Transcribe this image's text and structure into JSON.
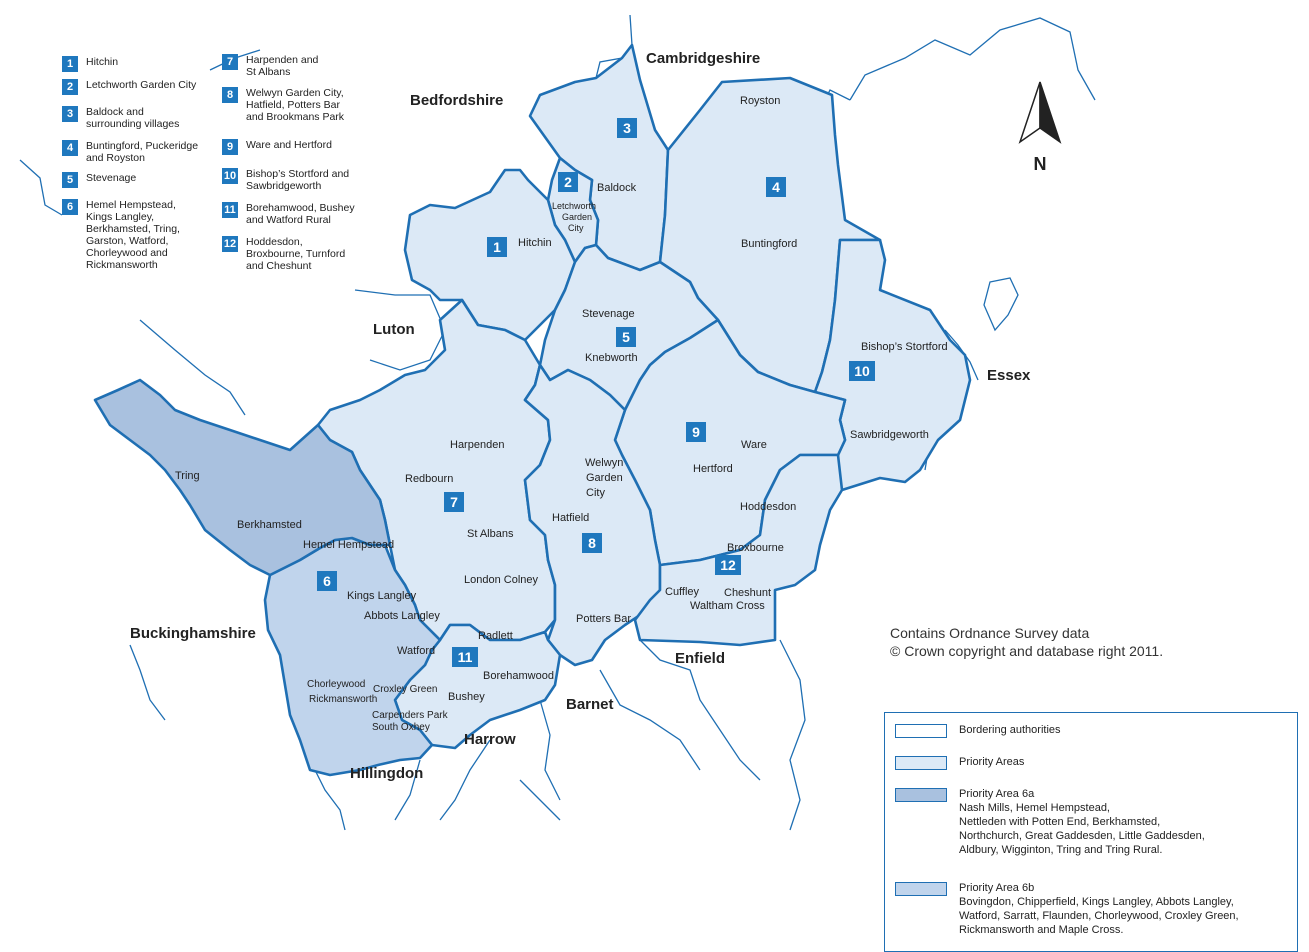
{
  "legend_list": {
    "items": [
      {
        "num": "1",
        "text": "Hitchin"
      },
      {
        "num": "2",
        "text": "Letchworth Garden City"
      },
      {
        "num": "3",
        "text": "Baldock and\nsurrounding villages"
      },
      {
        "num": "4",
        "text": "Buntingford, Puckeridge\nand Royston"
      },
      {
        "num": "5",
        "text": "Stevenage"
      },
      {
        "num": "6",
        "text": "Hemel Hempstead,\nKings Langley,\nBerkhamsted, Tring,\nGarston, Watford,\nChorleywood and\nRickmansworth"
      },
      {
        "num": "7",
        "text": "Harpenden and\nSt Albans"
      },
      {
        "num": "8",
        "text": "Welwyn Garden City,\nHatfield, Potters Bar\nand Brookmans Park"
      },
      {
        "num": "9",
        "text": "Ware and Hertford"
      },
      {
        "num": "10",
        "text": "Bishop’s Stortford and\nSawbridgeworth"
      },
      {
        "num": "11",
        "text": "Borehamwood, Bushey\nand Watford Rural"
      },
      {
        "num": "12",
        "text": "Hoddesdon,\nBroxbourne, Turnford\nand Cheshunt"
      }
    ]
  },
  "north_label": "N",
  "counties": {
    "cambridgeshire": "Cambridgeshire",
    "bedfordshire": "Bedfordshire",
    "luton": "Luton",
    "essex": "Essex",
    "buckinghamshire": "Buckinghamshire",
    "enfield": "Enfield",
    "barnet": "Barnet",
    "harrow": "Harrow",
    "hillingdon": "Hillingdon"
  },
  "places": {
    "royston": "Royston",
    "baldock": "Baldock",
    "letchworth_1": "Letchworth",
    "letchworth_2": "Garden",
    "letchworth_3": "City",
    "hitchin": "Hitchin",
    "buntingford": "Buntingford",
    "stevenage": "Stevenage",
    "knebworth": "Knebworth",
    "bishops_stortford": "Bishop’s Stortford",
    "sawbridgeworth": "Sawbridgeworth",
    "harpenden": "Harpenden",
    "redbourn": "Redbourn",
    "st_albans": "St Albans",
    "london_colney": "London Colney",
    "welwyn_1": "Welwyn",
    "welwyn_2": "Garden",
    "welwyn_3": "City",
    "hatfield": "Hatfield",
    "potters_bar": "Potters Bar",
    "ware": "Ware",
    "hertford": "Hertford",
    "hoddesdon": "Hoddesdon",
    "broxbourne": "Broxbourne",
    "cuffley": "Cuffley",
    "cheshunt": "Cheshunt",
    "waltham_cross": "Waltham Cross",
    "tring": "Tring",
    "berkhamsted": "Berkhamsted",
    "hemel_hempstead": "Hemel Hempstead",
    "kings_langley": "Kings Langley",
    "abbots_langley": "Abbots Langley",
    "watford": "Watford",
    "radlett": "Radlett",
    "borehamwood": "Borehamwood",
    "bushey": "Bushey",
    "chorleywood": "Chorleywood",
    "croxley_green": "Croxley Green",
    "rickmansworth": "Rickmansworth",
    "carpenders_park": "Carpenders Park",
    "south_oxhey": "South Oxhey"
  },
  "area_badges": [
    "1",
    "2",
    "3",
    "4",
    "5",
    "6",
    "7",
    "8",
    "9",
    "10",
    "11",
    "12"
  ],
  "copyright": "Contains Ordnance Survey data\n© Crown copyright and database right 2011.",
  "key": {
    "bordering": {
      "label": "Bordering authorities",
      "color": "#ffffff"
    },
    "priority": {
      "label": "Priority Areas",
      "color": "#dce9f6"
    },
    "area6a": {
      "label": "Priority Area 6a",
      "desc": "Nash Mills, Hemel Hempstead,\nNettleden with Potten End, Berkhamsted,\nNorthchurch, Great Gaddesden, Little Gaddesden,\nAldbury, Wigginton, Tring and Tring Rural.",
      "color": "#a9c1df"
    },
    "area6b": {
      "label": "Priority Area 6b",
      "desc": "Bovingdon, Chipperfield, Kings Langley, Abbots Langley,\nWatford, Sarratt, Flaunden, Chorleywood, Croxley Green,\nRickmansworth and Maple Cross.",
      "color": "#c0d4ec"
    }
  },
  "colors": {
    "boundary": "#1f6fb3",
    "badge": "#1f78be"
  }
}
